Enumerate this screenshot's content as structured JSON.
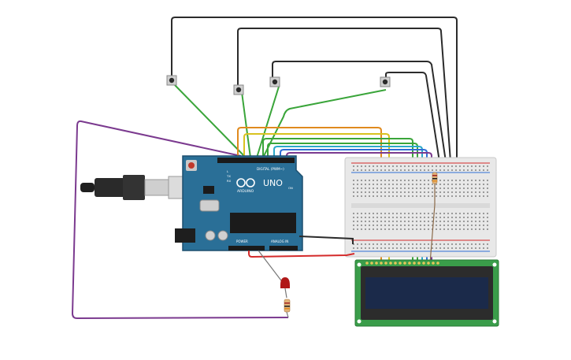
{
  "board": {
    "logo_text": "UNO",
    "brand_text": "ARDUINO",
    "digital_label": "DIGITAL (PWM~)",
    "power_label": "POWER",
    "analog_label": "ANALOG IN",
    "tx_label": "TX",
    "rx_label": "RX",
    "l_label": "L",
    "on_label": "ON"
  },
  "colors": {
    "board": "#2a6f97",
    "board_dark": "#1c4f6e",
    "breadboard": "#e8e8e8",
    "lcd_pcb": "#3a9d4a",
    "lcd_screen": "#1b2a4a",
    "wire_black": "#2b2b2b",
    "wire_green": "#3aa53a",
    "wire_orange": "#e08a1e",
    "wire_yellow": "#d9c21f",
    "wire_blue": "#2f6fd6",
    "wire_cyan": "#2aa8c9",
    "wire_purple": "#7b3a8f",
    "wire_red": "#d42a2a",
    "led": "#b01818"
  },
  "components": {
    "buttons": [
      "push-button-1",
      "push-button-2",
      "push-button-3",
      "push-button-4"
    ],
    "led": "led-red",
    "resistors": [
      "resistor-led",
      "resistor-breadboard"
    ],
    "usb": "usb-cable-icon",
    "display": "lcd-16x2"
  }
}
